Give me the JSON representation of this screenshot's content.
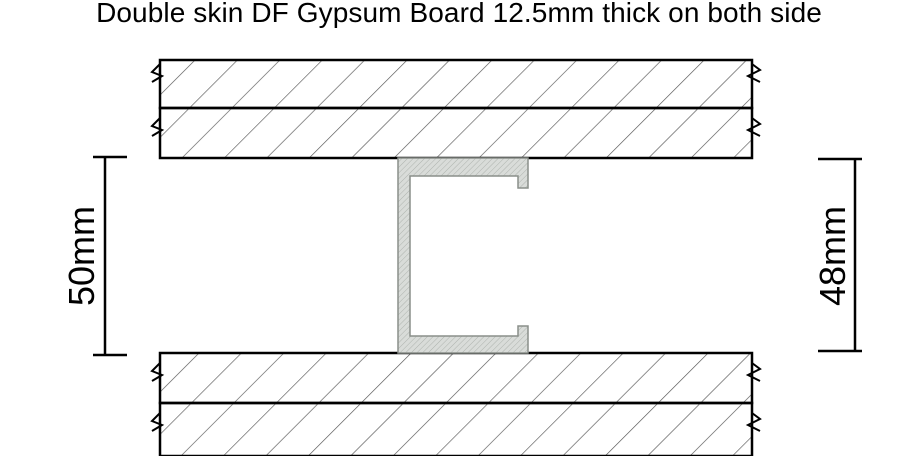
{
  "title": "Double skin DF Gypsum Board 12.5mm thick on both side",
  "dimensions": {
    "left": "50mm",
    "right": "48mm"
  },
  "colors": {
    "board_outline": "#000000",
    "hatch": "#555555",
    "stud_fill": "#d6d9d6",
    "stud_outline": "#8a8f8a"
  }
}
